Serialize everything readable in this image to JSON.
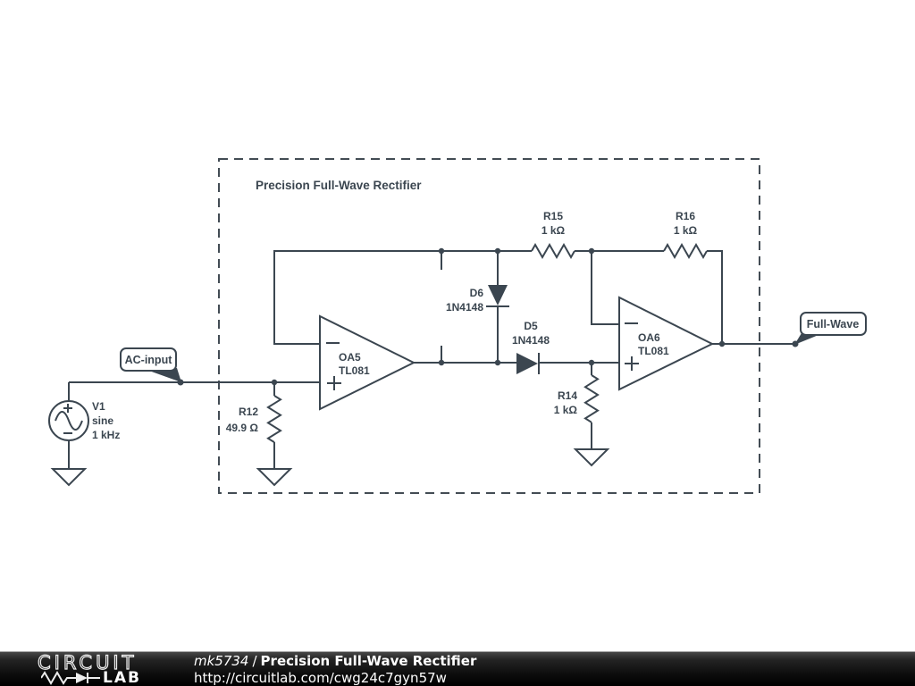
{
  "schematic": {
    "title": "Precision Full-Wave Rectifier",
    "colors": {
      "line": "#3b4650",
      "background": "#ffffff"
    },
    "flags": {
      "input": {
        "label": "AC-input"
      },
      "output": {
        "label": "Full-Wave"
      }
    },
    "components": {
      "v1": {
        "name": "V1",
        "type": "sine",
        "value": "1 kHz"
      },
      "r12": {
        "name": "R12",
        "value": "49.9 Ω"
      },
      "r14": {
        "name": "R14",
        "value": "1 kΩ"
      },
      "r15": {
        "name": "R15",
        "value": "1 kΩ"
      },
      "r16": {
        "name": "R16",
        "value": "1 kΩ"
      },
      "d5": {
        "name": "D5",
        "value": "1N4148"
      },
      "d6": {
        "name": "D6",
        "value": "1N4148"
      },
      "oa5": {
        "name": "OA5",
        "value": "TL081"
      },
      "oa6": {
        "name": "OA6",
        "value": "TL081"
      }
    }
  },
  "footer": {
    "logo": {
      "word": "CIRCUIT",
      "word2": "LAB"
    },
    "circuit_id": "mk5734",
    "separator": "/",
    "circuit_title": "Precision Full-Wave Rectifier",
    "url": "http://circuitlab.com/cwg24c7gyn57w",
    "colors": {
      "bar": "#0d0d0d",
      "text": "#ffffff"
    }
  }
}
